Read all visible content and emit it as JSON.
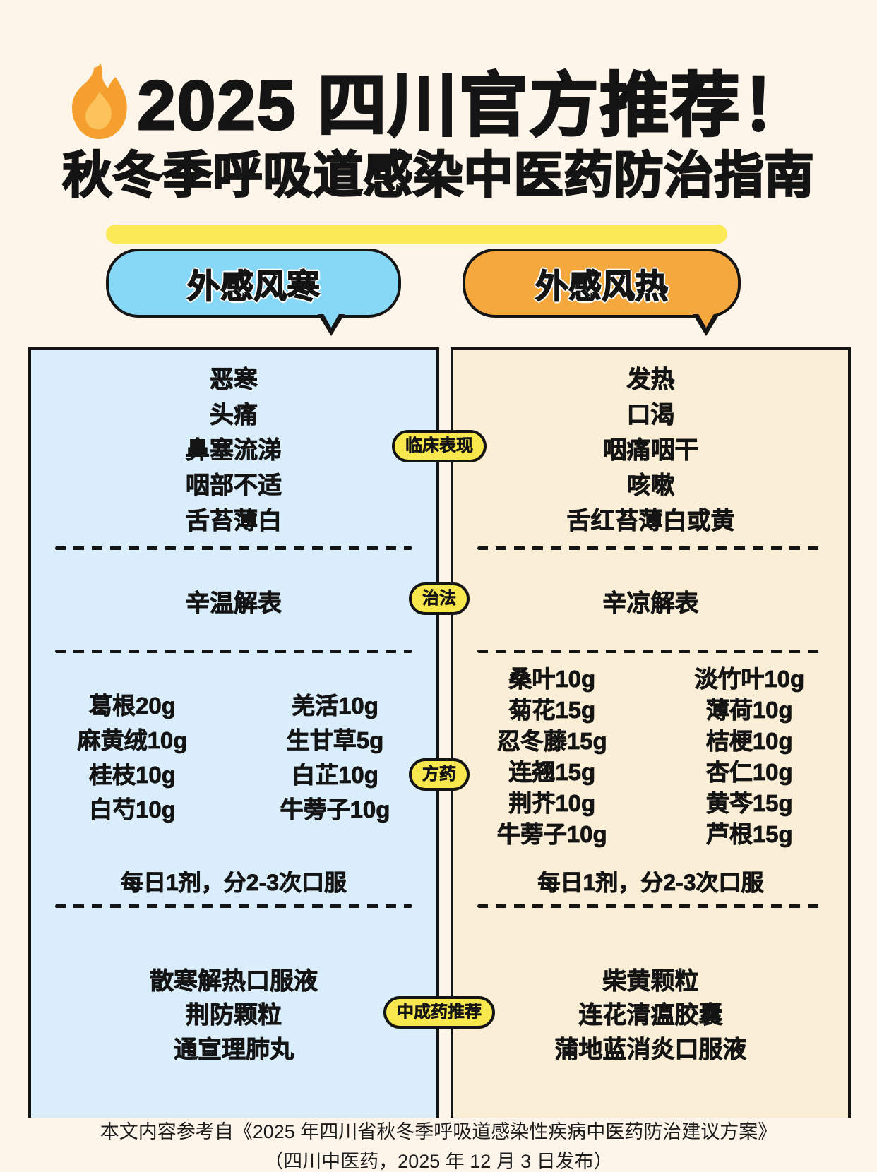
{
  "colors": {
    "page_bg": "#fdf5ea",
    "panel_left_bg": "#d9edfb",
    "panel_right_bg": "#fbeed6",
    "bubble_left": "#86d8f6",
    "bubble_right": "#f5a83d",
    "pill_yellow": "#f8e84d",
    "highlight_bar": "#fbe955",
    "border_black": "#141414",
    "flame_outer": "#f5a02e",
    "flame_inner": "#fcc35c"
  },
  "header": {
    "title_line1": "2025 四川官方推荐！",
    "title_line2": "秋冬季呼吸道感染中医药防治指南"
  },
  "bubbles": {
    "left_label": "外感风寒",
    "right_label": "外感风热"
  },
  "section_labels": {
    "clinical": "临床表现",
    "method": "治法",
    "prescription": "方药",
    "patent": "中成药推荐"
  },
  "left_column": {
    "symptoms": [
      "恶寒",
      "头痛",
      "鼻塞流涕",
      "咽部不适",
      "舌苔薄白"
    ],
    "method": "辛温解表",
    "herbs": [
      [
        "葛根20g",
        "羌活10g"
      ],
      [
        "麻黄绒10g",
        "生甘草5g"
      ],
      [
        "桂枝10g",
        "白芷10g"
      ],
      [
        "白芍10g",
        "牛蒡子10g"
      ]
    ],
    "dosage": "每日1剂，分2-3次口服",
    "patent_medicines": [
      "散寒解热口服液",
      "荆防颗粒",
      "通宣理肺丸"
    ]
  },
  "right_column": {
    "symptoms": [
      "发热",
      "口渴",
      "咽痛咽干",
      "咳嗽",
      "舌红苔薄白或黄"
    ],
    "method": "辛凉解表",
    "herbs": [
      [
        "桑叶10g",
        "淡竹叶10g"
      ],
      [
        "菊花15g",
        "薄荷10g"
      ],
      [
        "忍冬藤15g",
        "桔梗10g"
      ],
      [
        "连翘15g",
        "杏仁10g"
      ],
      [
        "荆芥10g",
        "黄芩15g"
      ],
      [
        "牛蒡子10g",
        "芦根15g"
      ]
    ],
    "dosage": "每日1剂，分2-3次口服",
    "patent_medicines": [
      "柴黄颗粒",
      "连花清瘟胶囊",
      "蒲地蓝消炎口服液"
    ]
  },
  "footer": {
    "line1": "本文内容参考自《2025 年四川省秋冬季呼吸道感染性疾病中医药防治建议方案》",
    "line2": "（四川中医药，2025 年 12 月 3 日发布）"
  }
}
